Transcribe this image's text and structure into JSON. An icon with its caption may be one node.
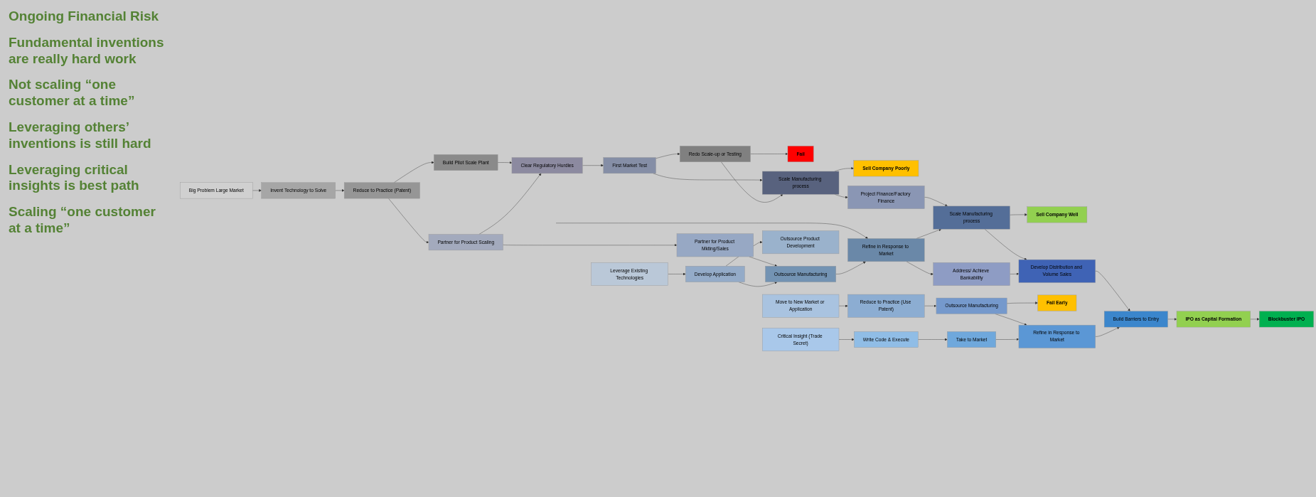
{
  "diagram": {
    "nodes": [
      {
        "text": [
          "Big Problem Large Market"
        ]
      },
      {
        "text": [
          "Invent Technology to Solve"
        ]
      },
      {
        "text": [
          "Reduce to Practice (Patent)"
        ]
      },
      {
        "text": [
          "Build Pilot Scale Plant"
        ]
      },
      {
        "text": [
          "Redo Scale-up or Testing"
        ]
      },
      {
        "text": [
          "Fail"
        ]
      },
      {
        "text": [
          "Partner for Product Scaling"
        ]
      },
      {
        "text": [
          "Clear Regulatory Hurdles"
        ]
      },
      {
        "text": [
          "First Market Test"
        ]
      },
      {
        "text": [
          "Scale Manufacturing process"
        ]
      },
      {
        "text": [
          "Sell Company Poorly"
        ]
      },
      {
        "text": [
          "Project Finance/Factory Finance"
        ]
      },
      {
        "text": [
          "Partner for Product Mkting/Sales"
        ]
      },
      {
        "text": [
          "Leverage Existing Technologies"
        ]
      },
      {
        "text": [
          "Develop Application"
        ]
      },
      {
        "text": [
          "Outsource Manufacturing"
        ]
      },
      {
        "text": [
          "Refine in Response to Market"
        ]
      },
      {
        "text": [
          "Scale Manufacturing process"
        ]
      },
      {
        "text": [
          "Sell Company Well"
        ]
      },
      {
        "text": [
          "Develop Distribution and Volume Sales"
        ]
      },
      {
        "text": [
          "Address/ Achieve Bankability"
        ]
      },
      {
        "text": [
          "Fail Early"
        ]
      },
      {
        "text": [
          "Outsource Product Development"
        ]
      },
      {
        "text": [
          "Move to New Market or Application"
        ]
      },
      {
        "text": [
          "Reduce to Practice (Use Patent)"
        ]
      },
      {
        "text": [
          "Outsource Manufacturing"
        ]
      },
      {
        "text": [
          "Refine in Response to Market"
        ]
      },
      {
        "text": [
          "Build Barriers to Entry"
        ]
      },
      {
        "text": [
          "IPO as Capital Formation"
        ]
      },
      {
        "text": [
          "Critical Insight (Trade Secret)"
        ]
      },
      {
        "text": [
          "Write Code & Execute"
        ]
      },
      {
        "text": [
          "Take to Market"
        ]
      },
      {
        "text": [
          "Blockbuster IPO"
        ]
      }
    ],
    "edges": [
      {
        "from": 0,
        "to": 1,
        "arrow": "to"
      },
      {
        "from": 1,
        "to": 2,
        "arrow": "to"
      },
      {
        "from": 2,
        "to": 3,
        "arrow": "to"
      },
      {
        "from": 2,
        "to": 6,
        "arrow": "to"
      },
      {
        "from": 3,
        "to": 7,
        "arrow": "to"
      },
      {
        "from": 6,
        "to": 7,
        "arrow": "to"
      },
      {
        "from": 6,
        "to": 12,
        "arrow": "to"
      },
      {
        "from": 7,
        "to": 8,
        "arrow": "to"
      },
      {
        "from": 8,
        "to": 4,
        "arrow": "to"
      },
      {
        "from": 8,
        "to": 9,
        "arrow": "to"
      },
      {
        "from": 4,
        "to": 5,
        "arrow": "to"
      },
      {
        "from": 4,
        "to": 9,
        "arrow": "to"
      },
      {
        "from": 9,
        "to": 10,
        "arrow": "to"
      },
      {
        "from": 9,
        "to": 11,
        "arrow": "to"
      },
      {
        "from": 11,
        "to": 17,
        "arrow": "to"
      },
      {
        "from": null,
        "to": 16,
        "arrow": "to"
      },
      {
        "from": 12,
        "to": 15,
        "arrow": "to"
      },
      {
        "from": 13,
        "to": 14,
        "arrow": "to"
      },
      {
        "from": 14,
        "to": 15,
        "arrow": "to"
      },
      {
        "from": 14,
        "to": 22,
        "arrow": "to"
      },
      {
        "from": 15,
        "to": 16,
        "arrow": "to"
      },
      {
        "from": 16,
        "to": 17,
        "arrow": "to"
      },
      {
        "from": 16,
        "to": 20,
        "arrow": "to"
      },
      {
        "from": 17,
        "to": 18,
        "arrow": "to"
      },
      {
        "from": 17,
        "to": 19,
        "arrow": "to"
      },
      {
        "from": 20,
        "to": 19,
        "arrow": "to"
      },
      {
        "from": 19,
        "to": 27,
        "arrow": "to"
      },
      {
        "from": 25,
        "to": 21,
        "arrow": "to"
      },
      {
        "from": 23,
        "to": 24,
        "arrow": "to"
      },
      {
        "from": 24,
        "to": 25,
        "arrow": "to"
      },
      {
        "from": 25,
        "to": 26,
        "arrow": "to"
      },
      {
        "from": 26,
        "to": 27,
        "arrow": "to"
      },
      {
        "from": 27,
        "to": 28,
        "arrow": "to"
      },
      {
        "from": 28,
        "to": 32,
        "arrow": "to"
      },
      {
        "from": 29,
        "to": 30,
        "arrow": "to"
      },
      {
        "from": 30,
        "to": 31,
        "arrow": "to"
      },
      {
        "from": 31,
        "to": 26,
        "arrow": "to"
      }
    ],
    "labels": [
      "Ongoing Financial Risk",
      "Fundamental inventions are really hard work",
      "Not scaling “one customer at a time”",
      "Leveraging others’ inventions is still hard",
      "Leveraging critical insights is best path",
      "Scaling “one customer at a time”"
    ]
  }
}
